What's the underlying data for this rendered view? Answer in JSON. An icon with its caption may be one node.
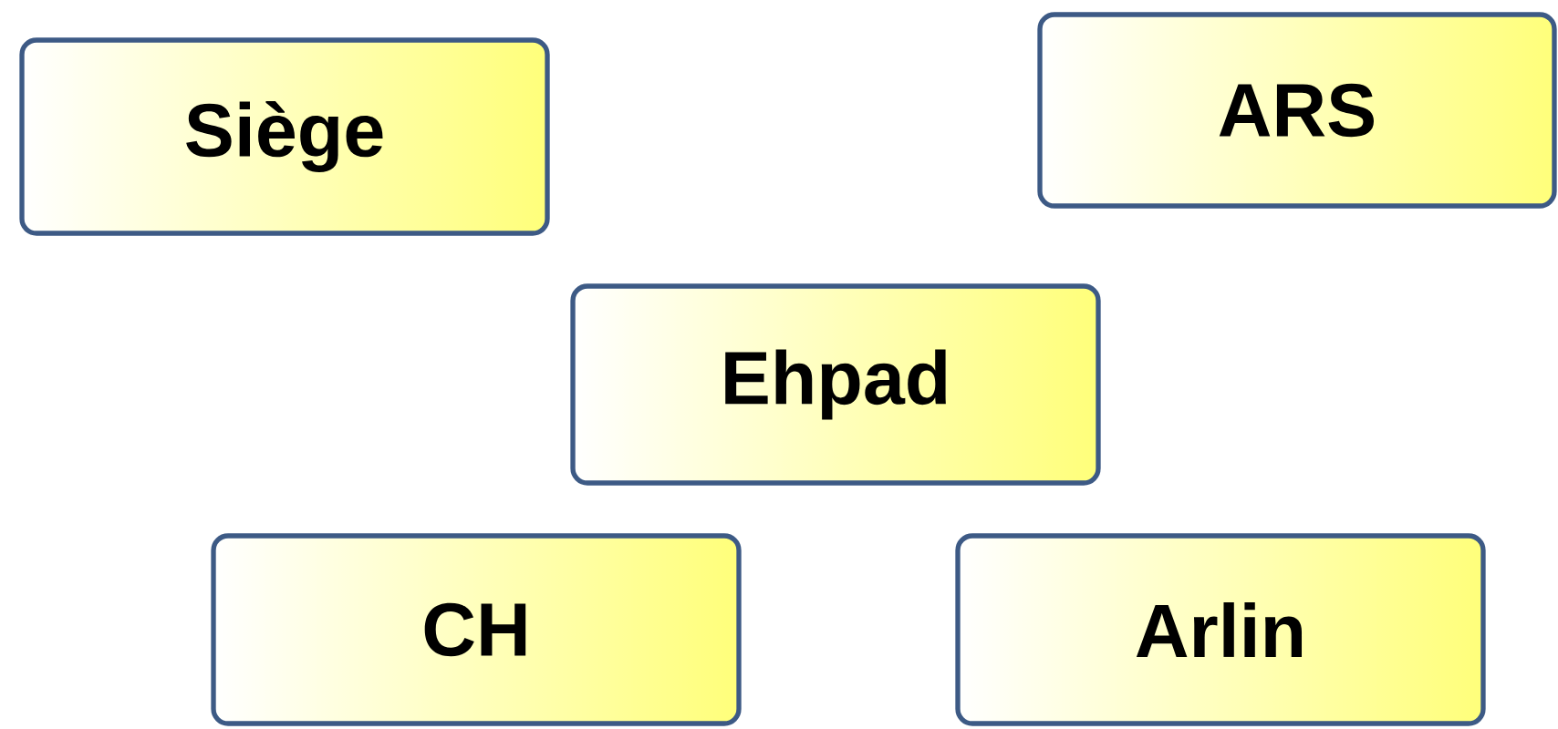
{
  "diagram": {
    "nodes": [
      {
        "text": [
          "Siège"
        ]
      },
      {
        "text": [
          "ARS"
        ]
      },
      {
        "text": [
          "Ehpad"
        ]
      },
      {
        "text": [
          "CH"
        ]
      },
      {
        "text": [
          "Arlin"
        ]
      }
    ]
  }
}
